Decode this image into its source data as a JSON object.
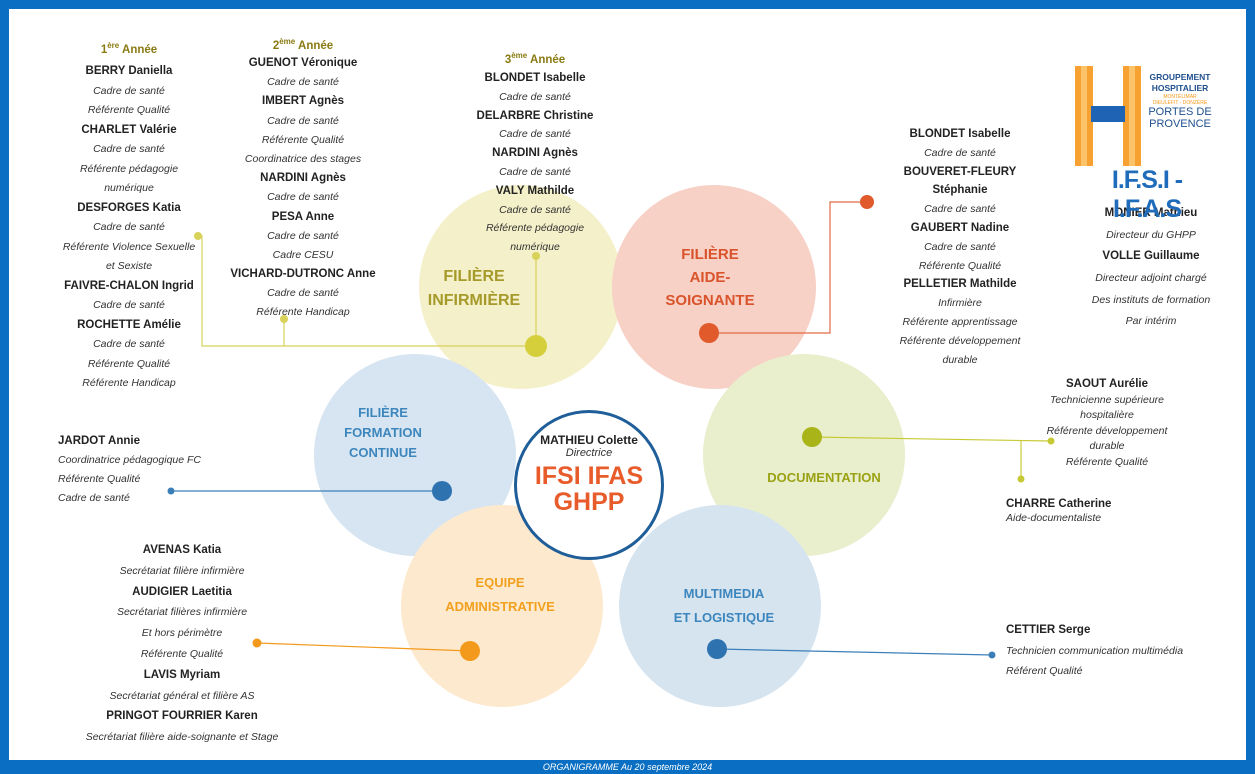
{
  "center": {
    "name": "MATHIEU Colette",
    "role": "Directrice",
    "brand1": "IFSI IFAS",
    "brand2": "GHPP"
  },
  "circles": {
    "infirmiere": {
      "line1": "FILIÈRE",
      "line2": "INFIRMIÈRE",
      "color": "#f4f0c9",
      "title_color": "#a59a2a"
    },
    "aide_soignante": {
      "line1": "FILIÈRE",
      "line2": "AIDE-",
      "line3": "SOIGNANTE",
      "color": "#f7d0c6",
      "title_color": "#d9532b"
    },
    "formation_continue": {
      "line1": "FILIÈRE",
      "line2": "FORMATION",
      "line3": "CONTINUE",
      "color": "#d6e5f1",
      "title_color": "#3d86bd"
    },
    "documentation": {
      "line1": "DOCUMENTATION",
      "color": "#e9efcd",
      "title_color": "#9aa214"
    },
    "administrative": {
      "line1": "EQUIPE",
      "line2": "ADMINISTRATIVE",
      "color": "#fde9cd",
      "title_color": "#f2a01e"
    },
    "multimedia": {
      "line1": "MULTIMEDIA",
      "line2": "ET LOGISTIQUE",
      "color": "#d6e4f0",
      "title_color": "#3d86bd"
    }
  },
  "year1": {
    "label_num": "1",
    "label_sup": "ère",
    "label_txt": " Année",
    "items": [
      {
        "t": "n",
        "v": "BERRY Daniella"
      },
      {
        "t": "r",
        "v": "Cadre de santé"
      },
      {
        "t": "r",
        "v": "Référente Qualité"
      },
      {
        "t": "n",
        "v": "CHARLET Valérie"
      },
      {
        "t": "r",
        "v": "Cadre de santé"
      },
      {
        "t": "r",
        "v": "Référente pédagogie"
      },
      {
        "t": "r",
        "v": "numérique"
      },
      {
        "t": "n",
        "v": "DESFORGES Katia"
      },
      {
        "t": "r",
        "v": "Cadre de santé"
      },
      {
        "t": "r",
        "v": "Référente Violence Sexuelle"
      },
      {
        "t": "r",
        "v": "et Sexiste"
      },
      {
        "t": "n",
        "v": "FAIVRE-CHALON Ingrid"
      },
      {
        "t": "r",
        "v": "Cadre de santé"
      },
      {
        "t": "n",
        "v": "ROCHETTE Amélie"
      },
      {
        "t": "r",
        "v": "Cadre de santé"
      },
      {
        "t": "r",
        "v": "Référente Qualité"
      },
      {
        "t": "r",
        "v": "Référente Handicap"
      }
    ]
  },
  "year2": {
    "label_num": "2",
    "label_sup": "ème",
    "label_txt": " Année",
    "items": [
      {
        "t": "n",
        "v": "GUENOT Véronique"
      },
      {
        "t": "r",
        "v": "Cadre de santé"
      },
      {
        "t": "n",
        "v": "IMBERT Agnès"
      },
      {
        "t": "r",
        "v": "Cadre de santé"
      },
      {
        "t": "r",
        "v": "Référente Qualité"
      },
      {
        "t": "r",
        "v": "Coordinatrice des stages"
      },
      {
        "t": "n",
        "v": "NARDINI Agnès"
      },
      {
        "t": "r",
        "v": "Cadre de santé"
      },
      {
        "t": "n",
        "v": "PESA Anne"
      },
      {
        "t": "r",
        "v": "Cadre de santé"
      },
      {
        "t": "r",
        "v": "Cadre CESU"
      },
      {
        "t": "n",
        "v": "VICHARD-DUTRONC Anne"
      },
      {
        "t": "r",
        "v": "Cadre de santé"
      },
      {
        "t": "r",
        "v": "Référente Handicap"
      }
    ]
  },
  "year3": {
    "label_num": "3",
    "label_sup": "ème",
    "label_txt": " Année",
    "items": [
      {
        "t": "n",
        "v": "BLONDET Isabelle"
      },
      {
        "t": "r",
        "v": "Cadre de santé"
      },
      {
        "t": "n",
        "v": "DELARBRE Christine"
      },
      {
        "t": "r",
        "v": "Cadre de santé"
      },
      {
        "t": "n",
        "v": "NARDINI Agnès"
      },
      {
        "t": "r",
        "v": "Cadre de santé"
      },
      {
        "t": "n",
        "v": "VALY Mathilde"
      },
      {
        "t": "r",
        "v": "Cadre de santé"
      },
      {
        "t": "r",
        "v": "Référente pédagogie"
      },
      {
        "t": "r",
        "v": "numérique"
      }
    ]
  },
  "as_staff": {
    "items": [
      {
        "t": "n",
        "v": "BLONDET Isabelle"
      },
      {
        "t": "r",
        "v": "Cadre de santé"
      },
      {
        "t": "n",
        "v": "BOUVERET-FLEURY"
      },
      {
        "t": "n",
        "v": "Stéphanie"
      },
      {
        "t": "r",
        "v": "Cadre de santé"
      },
      {
        "t": "n",
        "v": "GAUBERT Nadine"
      },
      {
        "t": "r",
        "v": "Cadre de santé"
      },
      {
        "t": "r",
        "v": "Référente Qualité"
      },
      {
        "t": "n",
        "v": "PELLETIER Mathilde"
      },
      {
        "t": "r",
        "v": "Infirmière"
      },
      {
        "t": "r",
        "v": "Référente apprentissage"
      },
      {
        "t": "r",
        "v": "Référente développement"
      },
      {
        "t": "r",
        "v": "durable"
      }
    ]
  },
  "direction": {
    "items": [
      {
        "t": "n",
        "v": "MONIER Mathieu"
      },
      {
        "t": "r",
        "v": "Directeur du GHPP"
      },
      {
        "t": "n",
        "v": "VOLLE Guillaume"
      },
      {
        "t": "r",
        "v": "Directeur adjoint chargé"
      },
      {
        "t": "r",
        "v": "Des instituts de formation"
      },
      {
        "t": "r",
        "v": "Par intérim"
      }
    ]
  },
  "logo": {
    "line1": "GROUPEMENT",
    "line2": "HOSPITALIER",
    "line3": "MONTÉLIMAR",
    "line4": "DIEULEFIT - DONZÈRE",
    "line5": "PORTES DE",
    "line6": "PROVENCE",
    "sub": "I.F.S.I - I.F.A.S"
  },
  "fc_staff": {
    "items": [
      {
        "t": "n",
        "v": "JARDOT Annie"
      },
      {
        "t": "r",
        "v": "Coordinatrice pédagogique FC"
      },
      {
        "t": "r",
        "v": "Référente Qualité"
      },
      {
        "t": "r",
        "v": "Cadre de santé"
      }
    ]
  },
  "doc_staff": {
    "items": [
      {
        "t": "n",
        "v": "SAOUT Aurélie"
      },
      {
        "t": "r",
        "v": "Technicienne supérieure"
      },
      {
        "t": "r",
        "v": "hospitalière"
      },
      {
        "t": "r",
        "v": "Référente développement"
      },
      {
        "t": "r",
        "v": "durable"
      },
      {
        "t": "r",
        "v": "Référente Qualité"
      }
    ]
  },
  "doc_staff2": {
    "name": "CHARRE Catherine",
    "role": "Aide-documentaliste"
  },
  "admin_staff": {
    "items": [
      {
        "t": "n",
        "v": "AVENAS Katia"
      },
      {
        "t": "r",
        "v": "Secrétariat filière infirmière"
      },
      {
        "t": "n",
        "v": "AUDIGIER Laetitia"
      },
      {
        "t": "r",
        "v": "Secrétariat filières infirmière"
      },
      {
        "t": "r",
        "v": "Et hors périmètre"
      },
      {
        "t": "r",
        "v": "Référente Qualité"
      },
      {
        "t": "n",
        "v": "LAVIS Myriam"
      },
      {
        "t": "r",
        "v": "Secrétariat général et filière AS"
      },
      {
        "t": "n",
        "v": "PRINGOT FOURRIER Karen"
      },
      {
        "t": "r",
        "v": "Secrétariat filière aide-soignante et Stage"
      }
    ]
  },
  "mm_staff": {
    "items": [
      {
        "t": "n",
        "v": "CETTIER Serge"
      },
      {
        "t": "r",
        "v": "Technicien communication multimédia"
      },
      {
        "t": "r",
        "v": "Référent Qualité"
      }
    ]
  },
  "footer": "ORGANIGRAMME  Au  20 septembre 2024"
}
